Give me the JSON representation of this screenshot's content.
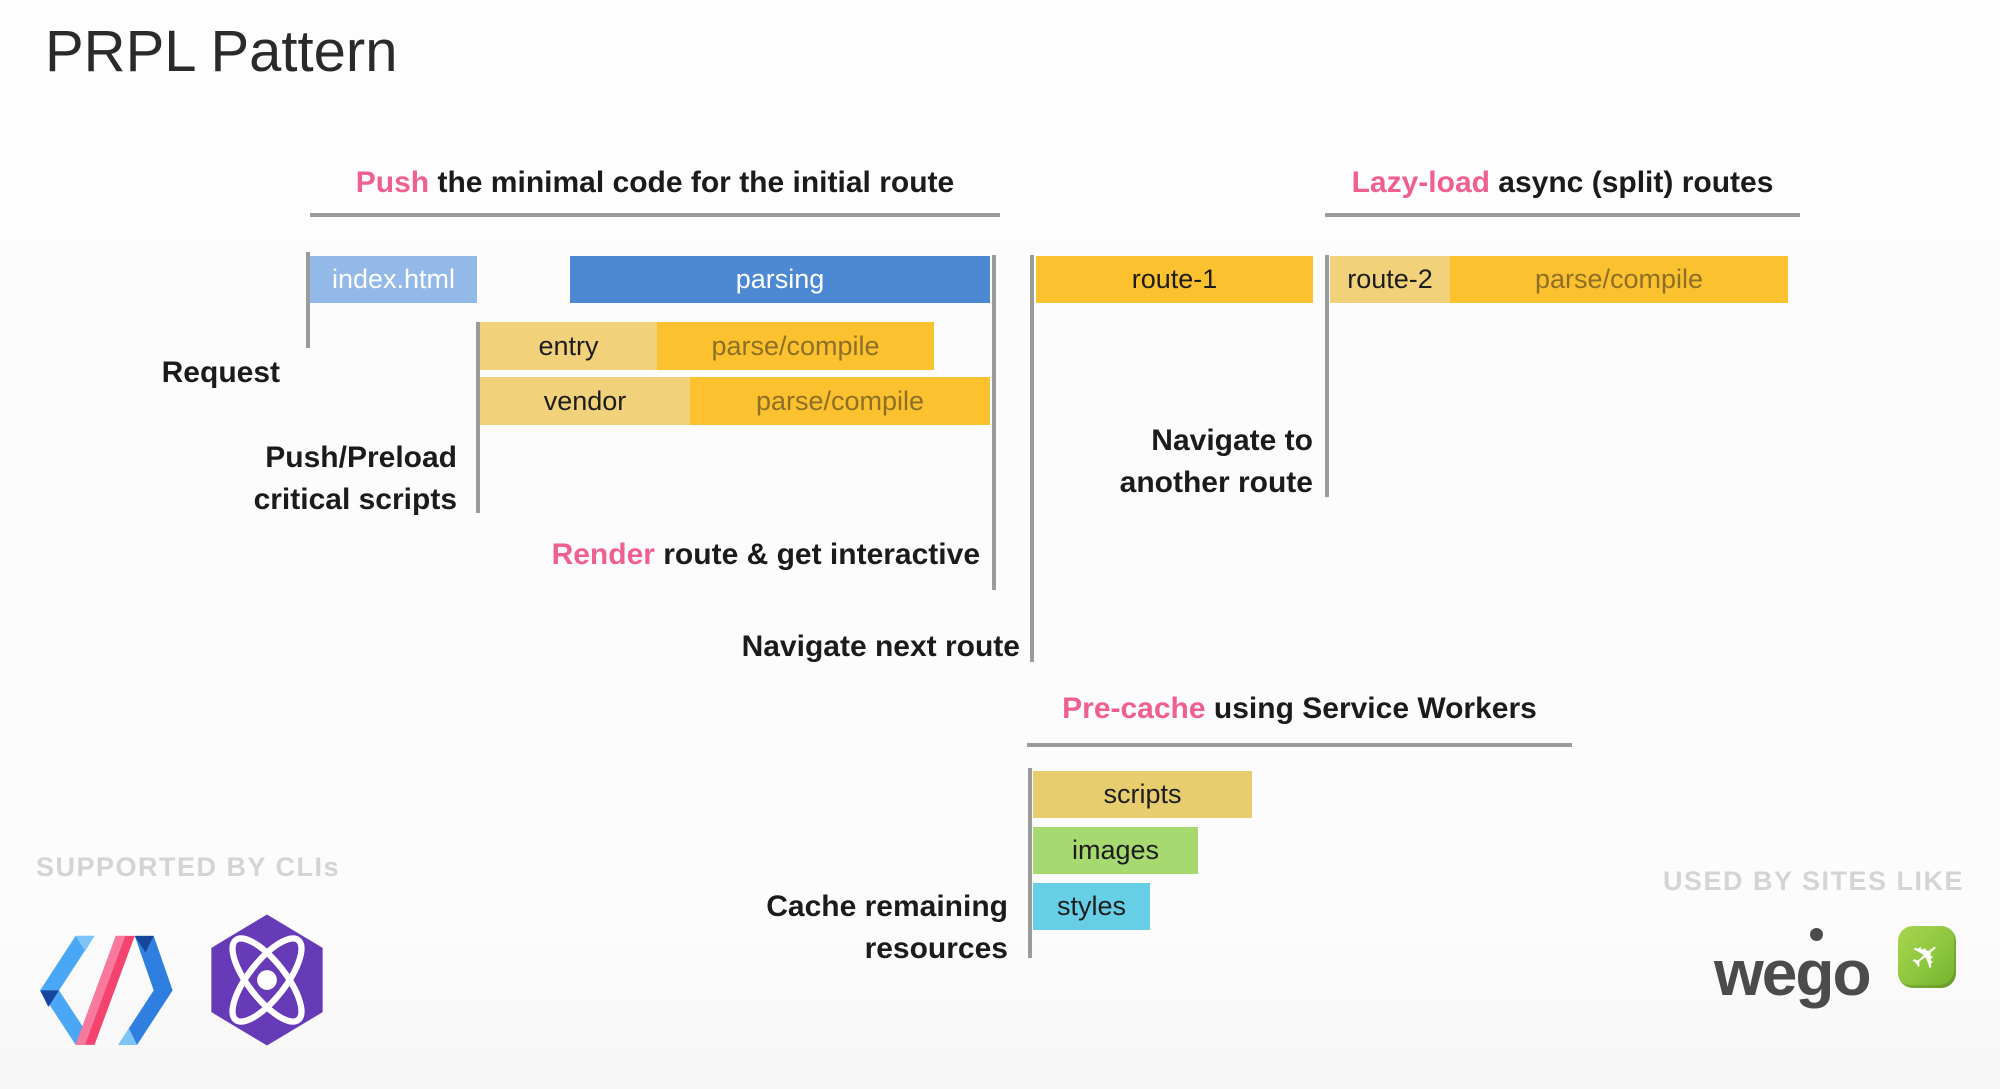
{
  "title": "PRPL Pattern",
  "headings": {
    "push": {
      "highlight": "Push",
      "rest": " the minimal code for the initial route"
    },
    "lazy": {
      "highlight": "Lazy-load",
      "rest": " async (split) routes"
    },
    "precache": {
      "highlight": "Pre-cache",
      "rest": " using Service Workers"
    },
    "render": {
      "highlight": "Render",
      "rest": " route & get interactive"
    }
  },
  "labels": {
    "request": "Request",
    "push_preload_line1": "Push/Preload",
    "push_preload_line2": "critical scripts",
    "navigate_next": "Navigate next route",
    "navigate_another_line1": "Navigate to",
    "navigate_another_line2": "another route",
    "cache_line1": "Cache remaining",
    "cache_line2": "resources"
  },
  "bars": {
    "index_html": {
      "label": "index.html"
    },
    "parsing": {
      "label": "parsing"
    },
    "entry": {
      "label": "entry",
      "parse": "parse/compile"
    },
    "vendor": {
      "label": "vendor",
      "parse": "parse/compile"
    },
    "route1": {
      "label": "route-1"
    },
    "route2": {
      "label": "route-2",
      "parse": "parse/compile"
    },
    "scripts": {
      "label": "scripts"
    },
    "images": {
      "label": "images"
    },
    "styles": {
      "label": "styles"
    }
  },
  "footer": {
    "supported": "SUPPORTED BY CLIs",
    "used": "USED BY SITES LIKE",
    "wego_text": "wego",
    "wego_plane": "✈"
  },
  "colors": {
    "pink": "#f0608f",
    "blue": "#4d88d3",
    "light_blue": "#92b9e7",
    "tan": "#f1d17a",
    "orange": "#fcc12f",
    "scripts_tan": "#e8cd6f",
    "green": "#a6d970",
    "cyan": "#67cfe5",
    "line_gray": "#9b9b9b",
    "watermark_gray": "#d4d4d4",
    "wego_green": "#8dc63f",
    "wego_gray": "#4b4b4b"
  }
}
